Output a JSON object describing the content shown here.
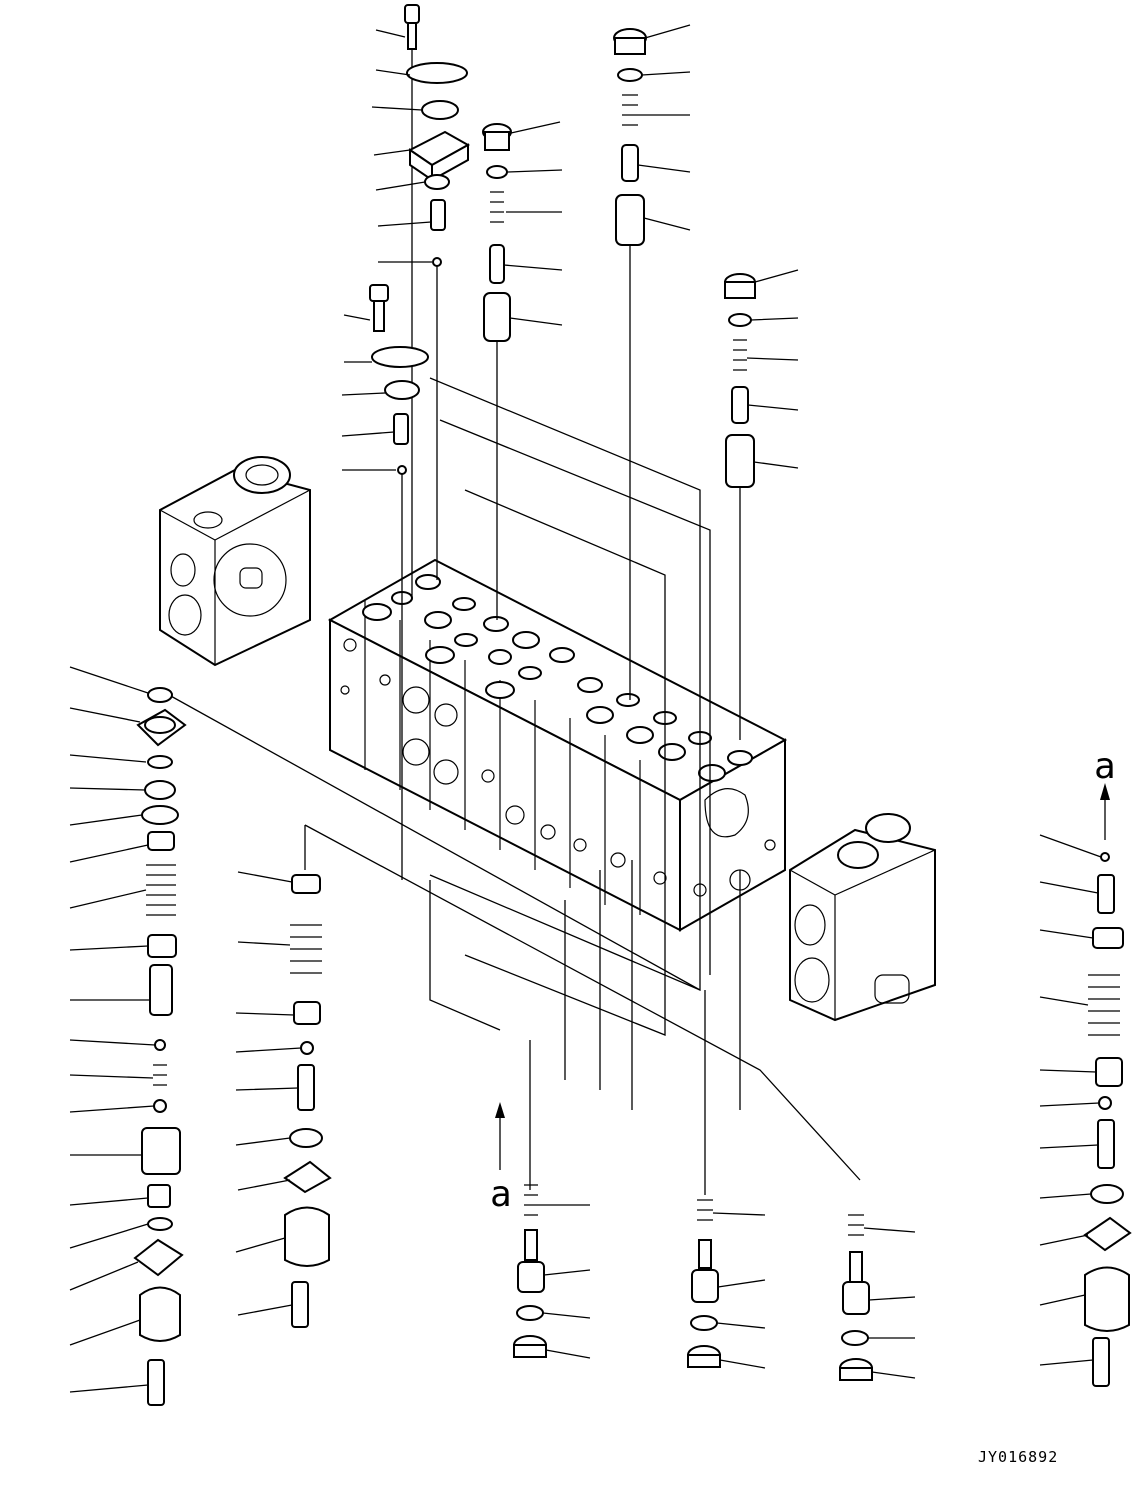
{
  "drawing": {
    "id_code": "JY016892",
    "ref_marker_left": "a",
    "ref_marker_right": "a"
  }
}
